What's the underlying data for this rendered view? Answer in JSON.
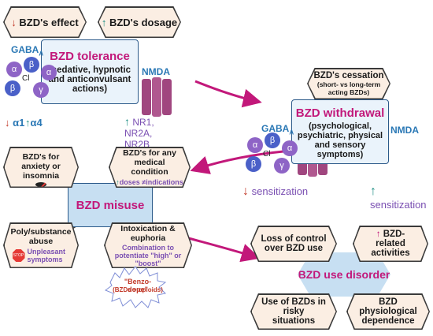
{
  "top": {
    "effect": {
      "arrow": "↓",
      "label": "BZD's effect"
    },
    "dosage": {
      "arrow": "↑",
      "label": "BZD's dosage"
    }
  },
  "tolerance": {
    "title": "BZD tolerance",
    "desc": "(sedative, hypnotic and anticonvulsant actions)",
    "gaba_label": "GABA",
    "gaba_sub": "A",
    "nmda_label": "NMDA",
    "subunits": [
      "α",
      "β",
      "β",
      "α",
      "γ"
    ],
    "cl": "Cl",
    "alpha1": {
      "arrow": "↓",
      "label": "α1"
    },
    "alpha4": {
      "arrow": "↑",
      "label": "α4"
    },
    "nr": {
      "arrow": "↑",
      "label": "NR1, NR2A, NR2B"
    }
  },
  "cessation": {
    "title": "BZD's cessation",
    "sub": "(short- vs long-term acting BZDs)"
  },
  "withdrawal": {
    "title": "BZD withdrawal",
    "desc": "(psychological, psychiatric, physical and sensory symptoms)",
    "gaba_label": "GABA",
    "gaba_sub": "A",
    "nmda_label": "NMDA",
    "subunits": [
      "α",
      "β",
      "β",
      "α",
      "γ"
    ],
    "cl": "Cl",
    "sens_left": {
      "arrow": "↓",
      "label": "sensitization"
    },
    "sens_right": {
      "arrow": "↑",
      "label": "sensitization"
    }
  },
  "misuse": {
    "title": "BZD misuse",
    "anxiety": "BZD's for anxiety or insomnia",
    "medical": "BZD's for any medical condition",
    "doses": "doses",
    "neq": "≠",
    "indications": "indications",
    "poly": "Poly/substance abuse",
    "stop": "STOP",
    "unpleasant": "Unpleasant symptoms",
    "intox": "Intoxication & euphoria",
    "combination": "Combination to potentiate \"high\" or \"boost\"",
    "benzo_dope": "\"Benzo-dope\"",
    "benzo_dope_sub": "(BZDs + opioids)"
  },
  "disorder": {
    "title": "BZD use disorder",
    "loss": "Loss of control over BZD use",
    "related": {
      "arrow": "↑",
      "label": "BZD-related activities"
    },
    "risky": "Use of BZDs in risky situations",
    "physio": "BZD physiological dependence"
  },
  "colors": {
    "pink": "#c2187a",
    "blue": "#2a78b5",
    "box_fill": "#eaf3fb",
    "misuse_fill": "#c7dff2",
    "hex_fill": "#fbeee3",
    "receptor_purple": "#8e64c6",
    "receptor_blue": "#4a60c8",
    "red": "#c23b2b",
    "teal": "#1f8f84"
  }
}
